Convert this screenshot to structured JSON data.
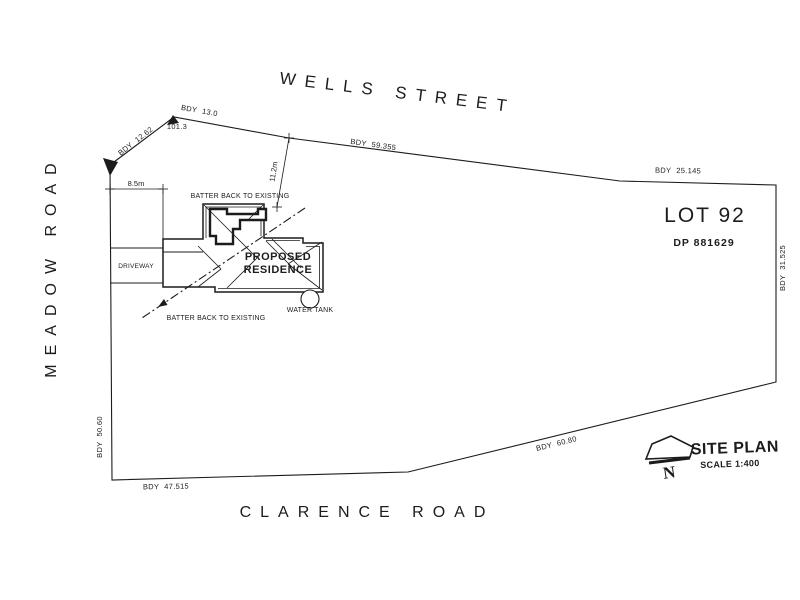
{
  "page": {
    "background": "#ffffff",
    "ink": "#1c1c1c"
  },
  "roads": {
    "top": "WELLS STREET",
    "left": "MEADOW ROAD",
    "bottom": "CLARENCE ROAD"
  },
  "lot": {
    "name": "LOT 92",
    "dp": "DP 881629"
  },
  "bdy": {
    "nw": {
      "prefix": "BDY",
      "value": "12.62"
    },
    "n1": {
      "prefix": "BDY",
      "value": "13.0"
    },
    "n2": {
      "prefix": "BDY",
      "value": "59.355"
    },
    "n3": {
      "prefix": "BDY",
      "value": "25.145"
    },
    "e": {
      "prefix": "BDY",
      "value": "31.525"
    },
    "se": {
      "prefix": "BDY",
      "value": "60.80"
    },
    "sw": {
      "prefix": "BDY",
      "value": "47.515"
    },
    "w": {
      "prefix": "BDY",
      "value": "50.60"
    }
  },
  "corner_bearing": "101.3",
  "dimensions": {
    "front": "8.5m",
    "side": "11.2m"
  },
  "building": {
    "label_line1": "PROPOSED",
    "label_line2": "RESIDENCE",
    "driveway": "DRIVEWAY",
    "water_tank": "WATER TANK",
    "batter_top": "BATTER BACK TO EXISTING",
    "batter_bottom": "BATTER BACK TO EXISTING"
  },
  "title_block": {
    "title": "SITE PLAN",
    "scale": "SCALE 1:400",
    "north": "N"
  }
}
